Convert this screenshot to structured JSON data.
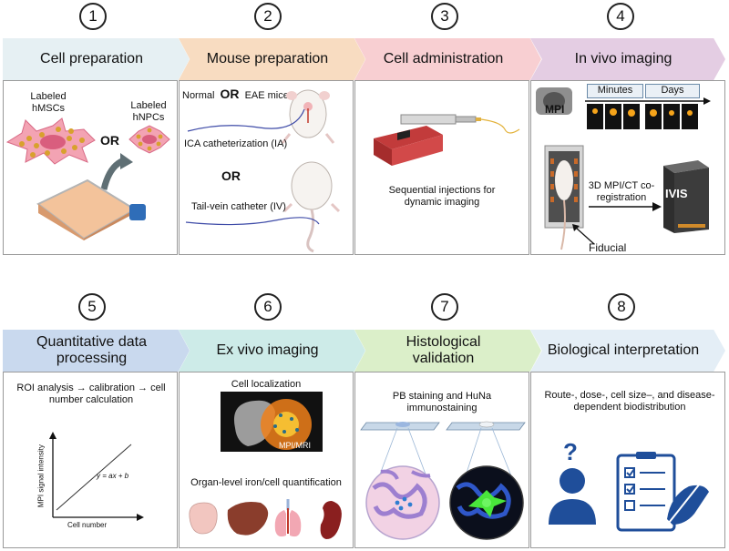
{
  "steps": [
    {
      "number": "1",
      "title": "Cell preparation",
      "color": "#e6f0f3"
    },
    {
      "number": "2",
      "title": "Mouse preparation",
      "color": "#f8dcc1"
    },
    {
      "number": "3",
      "title": "Cell administration",
      "color": "#f8cfd2"
    },
    {
      "number": "4",
      "title": "In vivo imaging",
      "color": "#e4cde3"
    },
    {
      "number": "5",
      "title": "Quantitative data processing",
      "color": "#c9d9ee"
    },
    {
      "number": "6",
      "title": "Ex vivo imaging",
      "color": "#cdebe8"
    },
    {
      "number": "7",
      "title": "Histological validation",
      "color": "#dbefc9"
    },
    {
      "number": "8",
      "title": "Biological interpretation",
      "color": "#e4eef6"
    }
  ],
  "panel1": {
    "labeled_hmscs": "Labeled hMSCs",
    "or": "OR",
    "labeled_hnpcs": "Labeled hNPCs"
  },
  "panel2": {
    "normal": "Normal",
    "or_top": "OR",
    "eae": "EAE mice",
    "ica": "ICA catheterization (IA)",
    "or_mid": "OR",
    "tail": "Tail-vein catheter (IV)"
  },
  "panel3": {
    "caption": "Sequential injections for dynamic imaging"
  },
  "panel4": {
    "mpi": "MPI",
    "minutes": "Minutes",
    "days": "Days",
    "coreg": "3D MPI/CT co-registration",
    "ivis": "IVIS",
    "fiducial": "Fiducial"
  },
  "panel5": {
    "text": "ROI analysis → calibration → cell number calculation",
    "ylabel": "MPI signal intensity",
    "xlabel": "Cell number",
    "equation": "y = ax + b"
  },
  "panel6": {
    "cell_loc": "Cell localization",
    "mpimri": "MPI/MRI",
    "organ": "Organ-level iron/cell quantification"
  },
  "panel7": {
    "text": "PB staining and HuNa immunostaining"
  },
  "panel8": {
    "text": "Route-, dose-, cell size–, and disease-dependent biodistribution",
    "question": "?"
  }
}
